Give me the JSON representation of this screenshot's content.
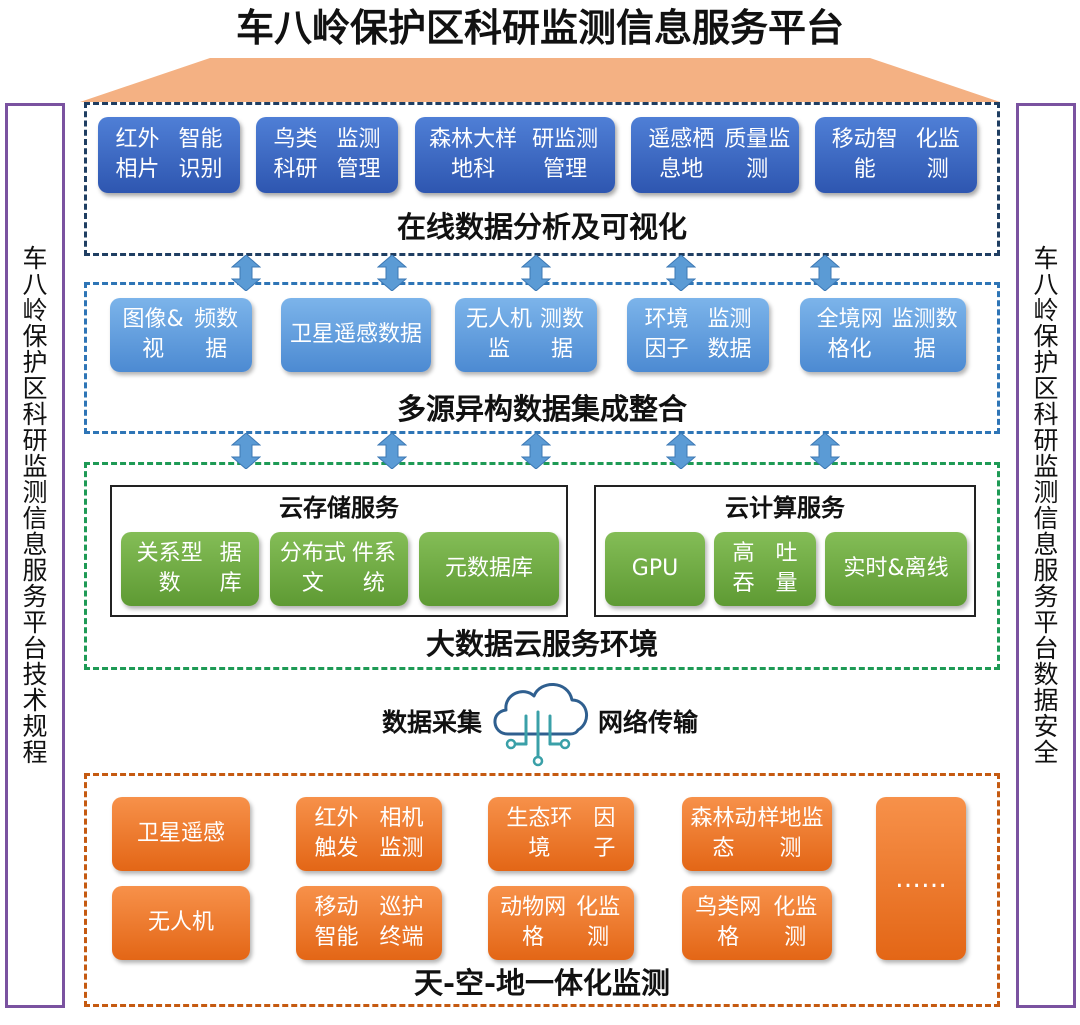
{
  "title": "车八岭保护区科研监测信息服务平台",
  "left_side": "车八岭保护区科研监测信息服务平台技术规程",
  "right_side": "车八岭保护区科研监测信息服务平台数据安全",
  "layers": {
    "analysis": {
      "label": "在线数据分析及可视化",
      "color": "#1f3e62",
      "items": [
        [
          "红外相片",
          "智能识别"
        ],
        [
          "鸟类科研",
          "监测管理"
        ],
        [
          "森林大样地科",
          "研监测管理"
        ],
        [
          "遥感栖息地",
          "质量监测"
        ],
        [
          "移动智能",
          "化监测"
        ]
      ]
    },
    "integration": {
      "label": "多源异构数据集成整合",
      "color": "#2e75b6",
      "items": [
        [
          "图像&视",
          "频数据"
        ],
        [
          "卫星遥感",
          "数据"
        ],
        [
          "无人机监",
          "测数据"
        ],
        [
          "环境因子",
          "监测数据"
        ],
        [
          "全境网格化",
          "监测数据"
        ]
      ]
    },
    "cloud": {
      "label": "大数据云服务环境",
      "color": "#1e9a55",
      "storage": {
        "title": "云存储服务",
        "items": [
          [
            "关系型数",
            "据库"
          ],
          [
            "分布式文",
            "件系统"
          ],
          [
            "元数据库"
          ]
        ]
      },
      "compute": {
        "title": "云计算服务",
        "items": [
          [
            "GPU"
          ],
          [
            "高吞",
            "吐量"
          ],
          [
            "实时&离",
            "线"
          ]
        ]
      }
    },
    "transfer": {
      "left_label": "数据采集",
      "right_label": "网络传输"
    },
    "monitoring": {
      "label": "天-空-地一体化监测",
      "color": "#c55a11",
      "row1": [
        [
          "卫星遥感"
        ],
        [
          "红外触发",
          "相机监测"
        ],
        [
          "生态环境",
          "因子"
        ],
        [
          "森林动态",
          "样地监测"
        ]
      ],
      "row2": [
        [
          "无人机"
        ],
        [
          "移动智能",
          "巡护终端"
        ],
        [
          "动物网格",
          "化监测"
        ],
        [
          "鸟类网格",
          "化监测"
        ]
      ],
      "more": "……"
    }
  },
  "colors": {
    "side_border": "#7a52a0",
    "roof": "#f4b183",
    "arrow": "#5b9bd5"
  },
  "icons": [
    "cloud-network-icon",
    "double-arrow-icon"
  ]
}
